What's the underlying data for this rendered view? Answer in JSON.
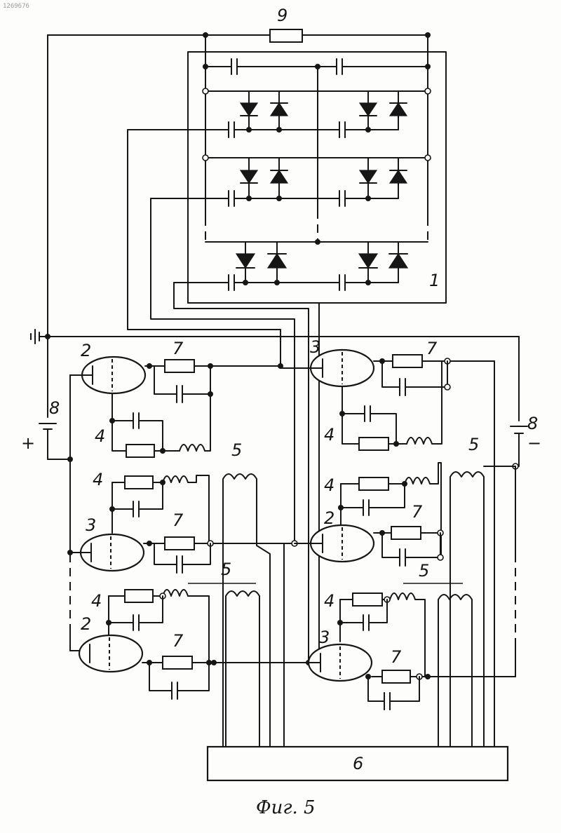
{
  "corner_mark": "1269676",
  "caption": "Фиг. 5",
  "labels": {
    "l1": "1",
    "l9": "9",
    "l6": "6",
    "l2": "2",
    "l3": "3",
    "l4": "4",
    "l5": "5",
    "l7": "7",
    "l8": "8",
    "plus": "+",
    "minus": "−"
  }
}
